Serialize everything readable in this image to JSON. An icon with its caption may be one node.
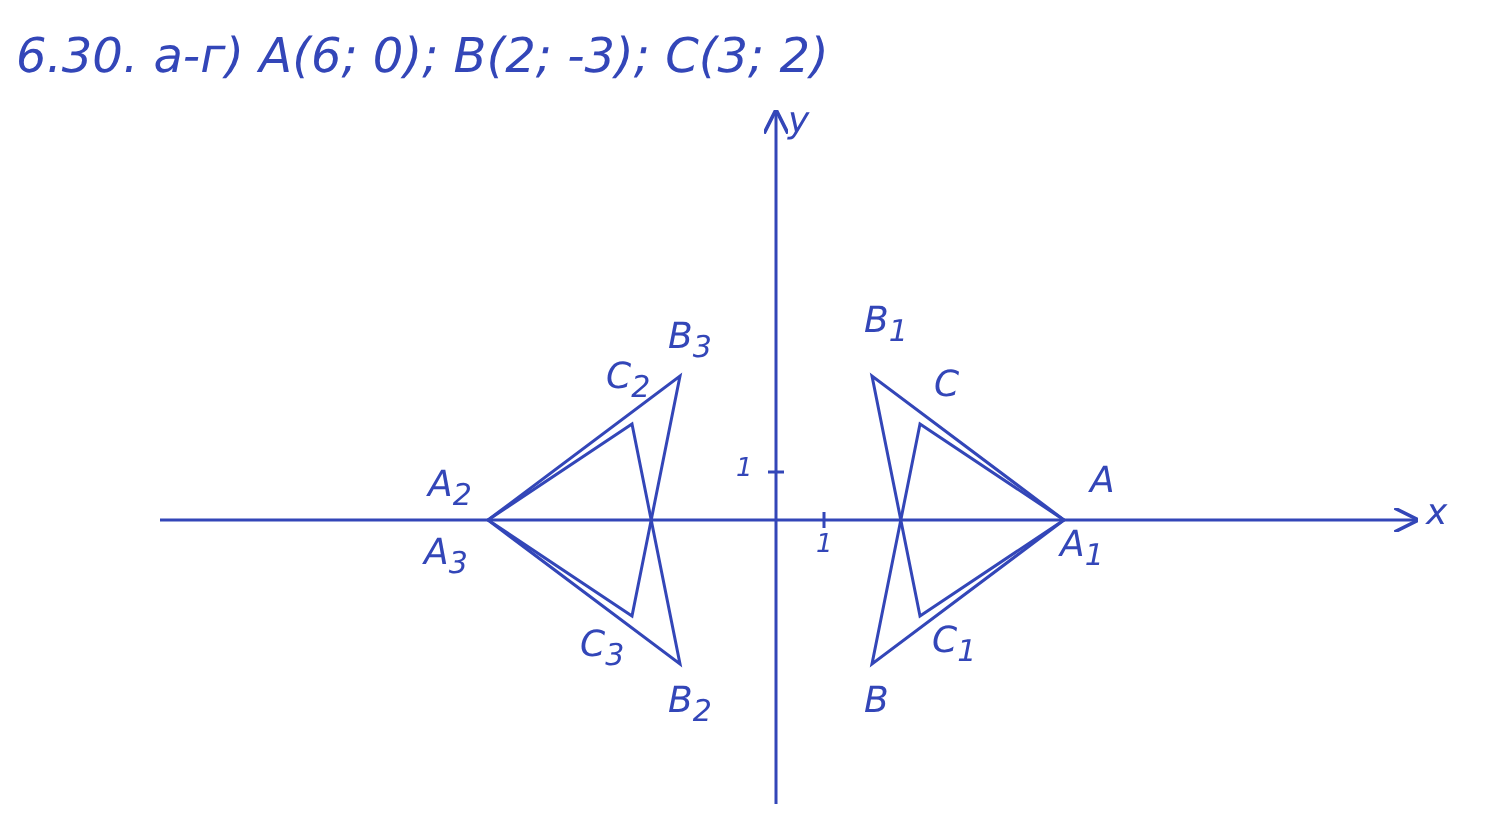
{
  "diagram": {
    "title": "6.30. а-г) A(6; 0); B(2; -3); C(3; 2)",
    "labels": [
      "y",
      "x",
      "1",
      "1",
      "B$_{1}$",
      "B$_{3}$",
      "C$_{2}$",
      "C",
      "A$_{2}$",
      "A",
      "A$_{3}$",
      "A$_{1}$",
      "C$_{3}$",
      "C$_{1}$",
      "B$_{2}$",
      "B"
    ]
  }
}
